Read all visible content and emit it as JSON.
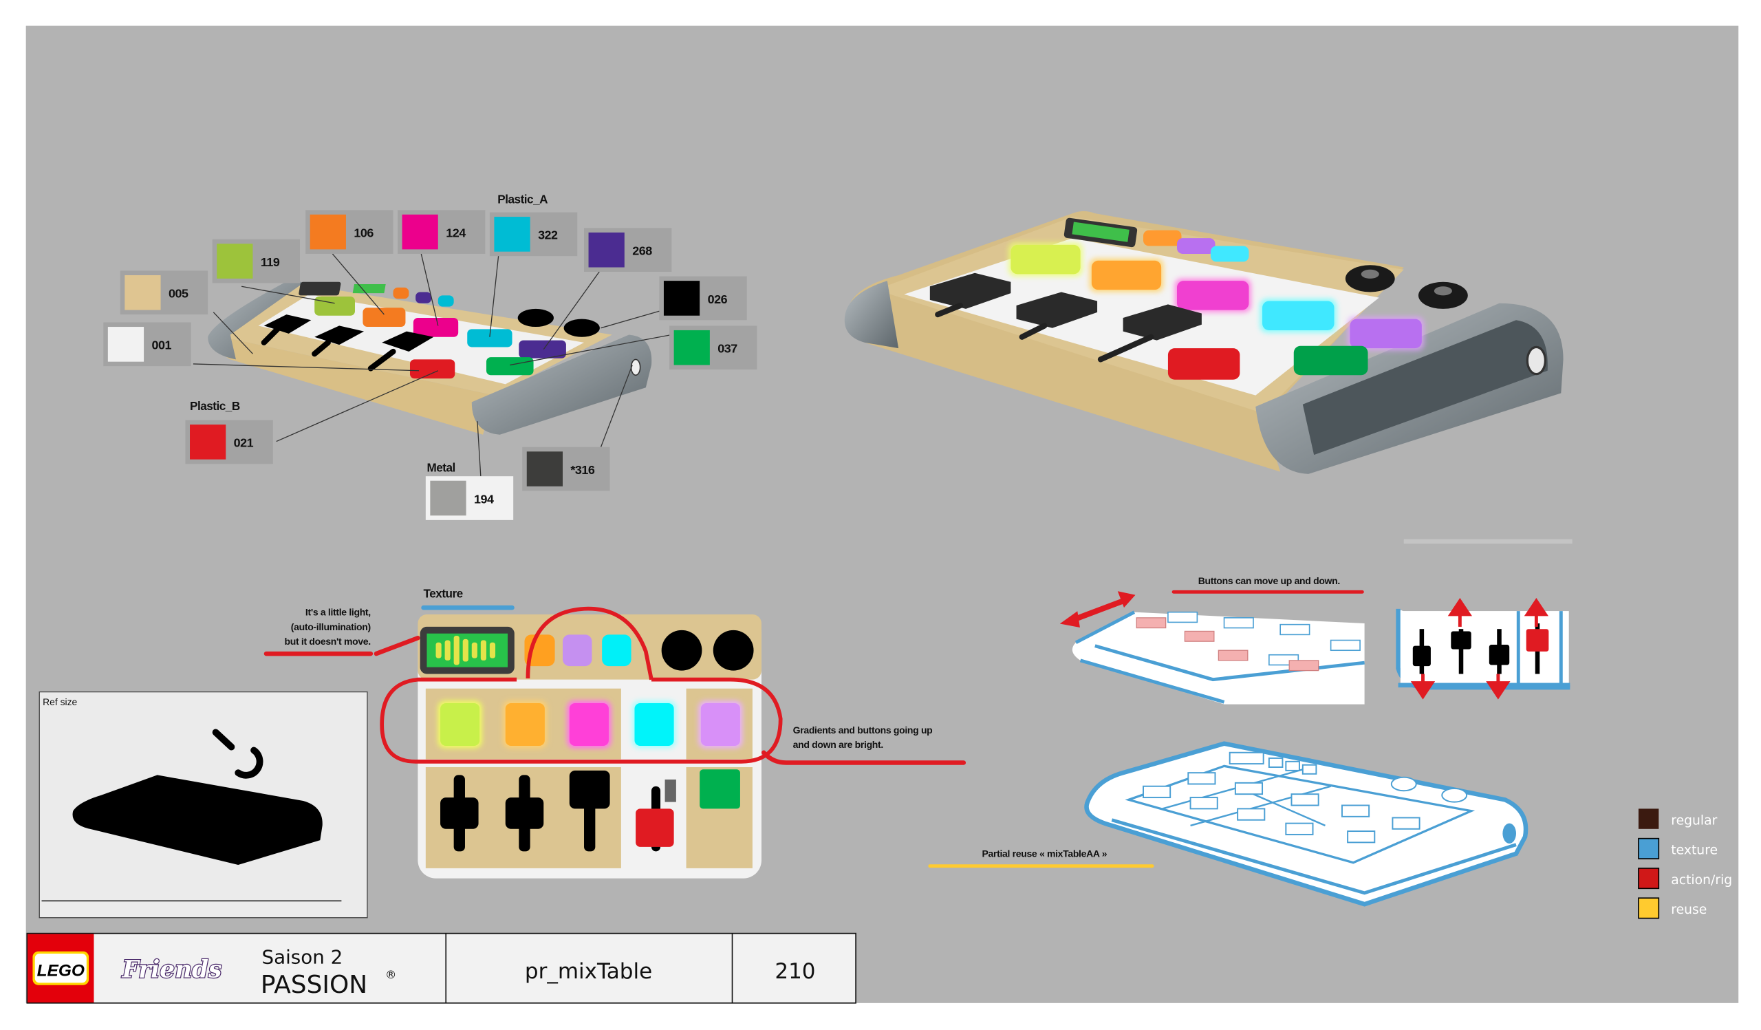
{
  "material_groups": {
    "plastic_a": "Plastic_A",
    "plastic_b": "Plastic_B",
    "metal": "Metal"
  },
  "swatches": [
    {
      "code": "106",
      "color": "#f47b20"
    },
    {
      "code": "124",
      "color": "#ec008c"
    },
    {
      "code": "322",
      "color": "#00bcd4"
    },
    {
      "code": "268",
      "color": "#4b2c91"
    },
    {
      "code": "119",
      "color": "#9dc33b"
    },
    {
      "code": "005",
      "color": "#dfc591"
    },
    {
      "code": "001",
      "color": "#f2f2f2"
    },
    {
      "code": "026",
      "color": "#000000"
    },
    {
      "code": "037",
      "color": "#00b04f"
    },
    {
      "code": "021",
      "color": "#e01b22"
    },
    {
      "code": "*316",
      "color": "#3d3d3b"
    },
    {
      "code": "194",
      "color": "#a0a09e"
    }
  ],
  "texture_panel": {
    "title": "Texture",
    "light_note": [
      "It's a little light,",
      "(auto-illumination)",
      "but it doesn't move."
    ],
    "bright_note": [
      "Gradients and buttons going up",
      "and down are bright."
    ]
  },
  "ref_size": {
    "label": "Ref size"
  },
  "move_note": "Buttons can move up and down.",
  "reuse_note": "Partial reuse « mixTableAA »",
  "legend": [
    {
      "label": "regular",
      "color": "#3b1a10"
    },
    {
      "label": "texture",
      "color": "#4a9fd4"
    },
    {
      "label": "action/rig",
      "color": "#d01818"
    },
    {
      "label": "reuse",
      "color": "#ffcb2f"
    }
  ],
  "footer": {
    "brand_logo": "LEGO",
    "series_logo": "Friends",
    "season": "Saison 2",
    "subtitle": "PASSION",
    "registered": "®",
    "asset_name": "pr_mixTable",
    "page_number": "210"
  },
  "colors": {
    "background": "#b3b3b3",
    "tan": "#dcc591",
    "annotation_red": "#e01b22",
    "texture_blue": "#4a9fd4",
    "reuse_yellow": "#ffcb2f"
  }
}
